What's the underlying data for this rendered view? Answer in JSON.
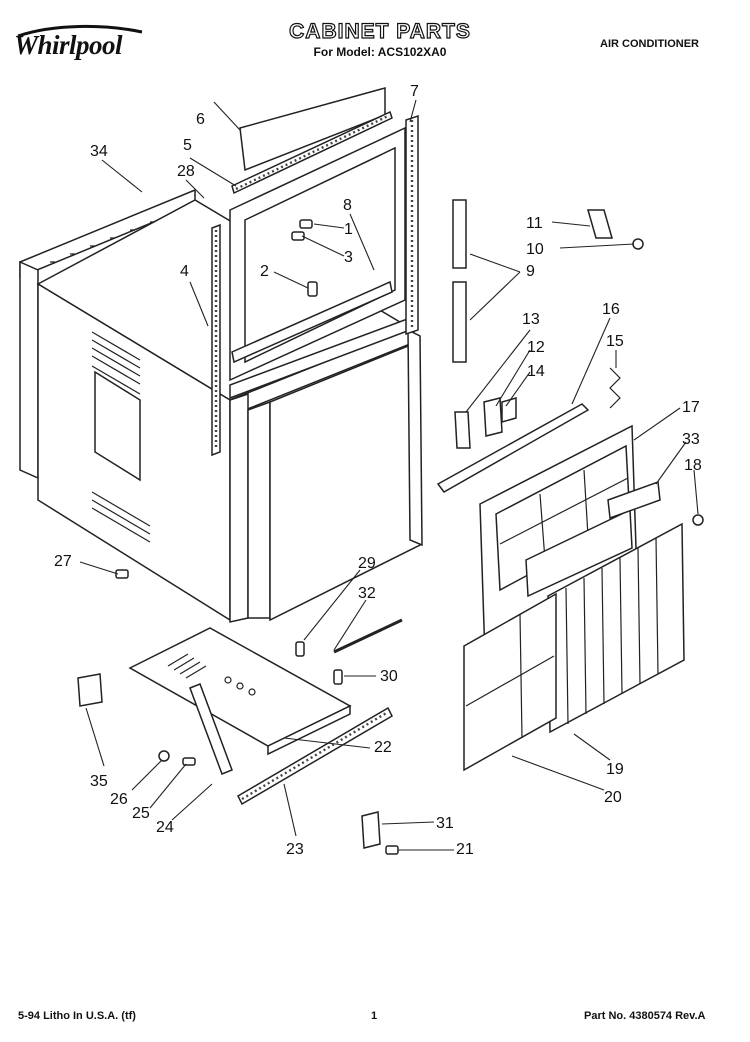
{
  "header": {
    "brand": "Whirlpool",
    "title": "CABINET PARTS",
    "subtitle": "For Model: ACS102XA0",
    "category": "AIR CONDITIONER"
  },
  "callouts": {
    "c1": "1",
    "c2": "2",
    "c3": "3",
    "c4": "4",
    "c5": "5",
    "c6": "6",
    "c7": "7",
    "c8": "8",
    "c9": "9",
    "c10": "10",
    "c11": "11",
    "c12": "12",
    "c13": "13",
    "c14": "14",
    "c15": "15",
    "c16": "16",
    "c17": "17",
    "c18": "18",
    "c19": "19",
    "c20": "20",
    "c21": "21",
    "c22": "22",
    "c23": "23",
    "c24": "24",
    "c25": "25",
    "c26": "26",
    "c27": "27",
    "c28": "28",
    "c29": "29",
    "c30": "30",
    "c31": "31",
    "c32": "32",
    "c33": "33",
    "c34": "34",
    "c35": "35"
  },
  "footer": {
    "print_info": "5-94 Litho In U.S.A. (tf)",
    "page_number": "1",
    "part_number": "Part No. 4380574 Rev.A"
  }
}
